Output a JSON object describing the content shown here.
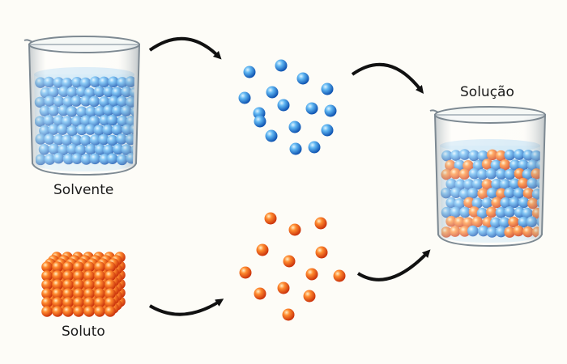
{
  "labels": {
    "solvent": "Solvente",
    "solute": "Soluto",
    "solution": "Solução"
  },
  "colors": {
    "background": "#fdfcf7",
    "solvent_particle": "#2f8fe0",
    "solute_particle": "#f26a1b",
    "arrow": "#111111"
  }
}
